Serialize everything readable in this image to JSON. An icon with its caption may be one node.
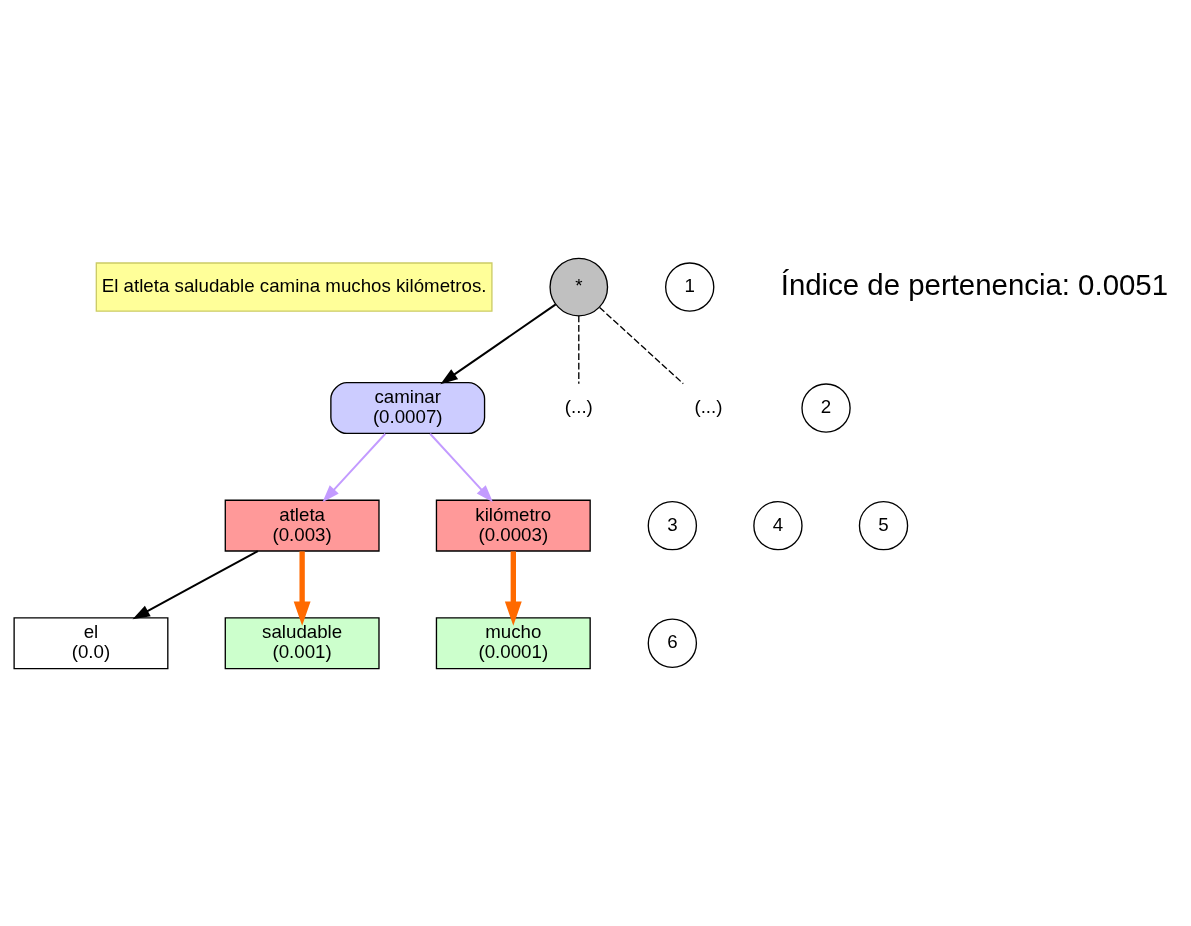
{
  "diagram": {
    "nodes": [
      {
        "text": [
          "El atleta saludable camina muchos kilómetros."
        ]
      },
      {
        "text": [
          "*"
        ]
      },
      {
        "text": [
          "caminar",
          "(0.0007)"
        ]
      },
      {
        "text": [
          "atleta",
          "(0.003)"
        ]
      },
      {
        "text": [
          "(...)"
        ]
      },
      {
        "text": [
          "(...)"
        ]
      },
      {
        "text": [
          "el",
          "(0.0)"
        ]
      },
      {
        "text": [
          "saludable",
          "(0.001)"
        ]
      },
      {
        "text": [
          "kilómetro",
          "(0.0003)"
        ]
      },
      {
        "text": [
          "mucho",
          "(0.0001)"
        ]
      },
      {
        "text": [
          "1"
        ]
      },
      {
        "text": [
          "2"
        ]
      },
      {
        "text": [
          "3"
        ]
      },
      {
        "text": [
          "4"
        ]
      },
      {
        "text": [
          "5"
        ]
      },
      {
        "text": [
          "6"
        ]
      }
    ],
    "edges": [
      {
        "from": 1,
        "to": 2,
        "arrow": "to"
      },
      {
        "from": 1,
        "to": 4,
        "arrow": "none",
        "style": "dashed"
      },
      {
        "from": 1,
        "to": 5,
        "arrow": "none",
        "style": "dashed"
      },
      {
        "from": 2,
        "to": 3,
        "arrow": "to",
        "color": "#c39bff"
      },
      {
        "from": 3,
        "to": 6,
        "arrow": "to"
      },
      {
        "from": 3,
        "to": 7,
        "arrow": "to",
        "style": "thick",
        "color": "#ff6a00"
      },
      {
        "from": 2,
        "to": 8,
        "arrow": "to",
        "color": "#c39bff"
      },
      {
        "from": 8,
        "to": 9,
        "arrow": "to",
        "style": "thick",
        "color": "#ff6a00"
      }
    ],
    "labels": [
      "Índice de pertenencia: 0.0051"
    ]
  }
}
